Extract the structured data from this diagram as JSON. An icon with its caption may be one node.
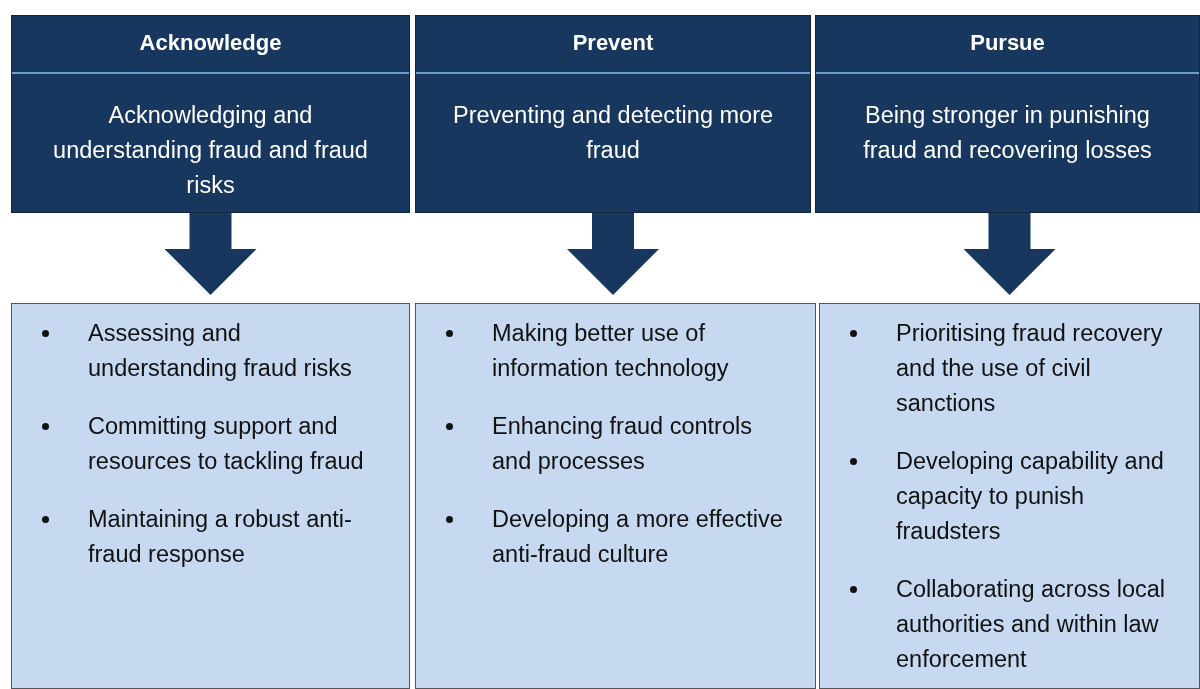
{
  "diagram": {
    "nodes": [
      {
        "text": [
          "Acknowledge",
          "Acknowledging and understanding fraud and fraud risks"
        ]
      },
      {
        "text": [
          "Prevent",
          "Preventing and detecting more fraud"
        ]
      },
      {
        "text": [
          "Pursue",
          "Being stronger in punishing fraud and recovering losses"
        ]
      },
      {
        "text": [
          "Assessing and understanding fraud risks",
          "Committing support and resources to tackling fraud",
          "Maintaining a robust anti-fraud response"
        ]
      },
      {
        "text": [
          "Making better use of information technology",
          "Enhancing fraud controls and processes",
          "Developing a more effective anti-fraud culture"
        ]
      },
      {
        "text": [
          "Prioritising fraud recovery and the use of civil sanctions",
          "Developing capability and capacity to punish fraudsters",
          "Collaborating across local authorities and within law enforcement"
        ]
      }
    ],
    "edges": [
      {
        "from": 0,
        "to": 3,
        "arrow": "to"
      },
      {
        "from": 1,
        "to": 4,
        "arrow": "to"
      },
      {
        "from": 2,
        "to": 5,
        "arrow": "to"
      }
    ]
  }
}
